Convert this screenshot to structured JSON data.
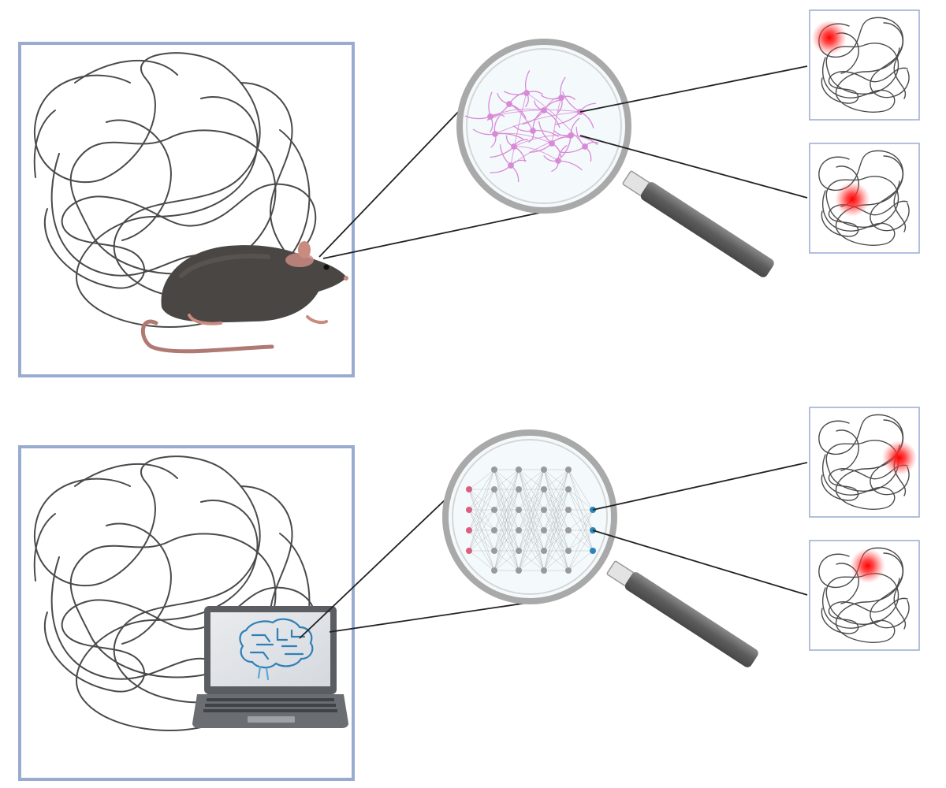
{
  "colors": {
    "frame": "#99acd0",
    "scribble": "#4a4a4a",
    "place_field": "#ff1a1a",
    "neuron": "#d88ad6",
    "input_node": "#d9607e",
    "hidden_node": "#9a9a9a",
    "output_node": "#2a86b8",
    "mouse_body": "#4a4644",
    "mouse_pink": "#c98a80",
    "laptop": "#5a5e63",
    "screen": "#dfe2e6",
    "brain_circuit": "#2f7fb6",
    "magnifier_handle": "#6a6a6a"
  },
  "icons": {
    "animal": "mouse-icon",
    "computer": "laptop-icon",
    "brain": "circuit-brain-icon",
    "magnifier": "magnifying-glass-icon"
  },
  "panels": [
    {
      "subject": "mouse-icon",
      "zoom_content": "neuron-network",
      "place_fields": [
        [
          0.18,
          0.25
        ],
        [
          0.39,
          0.51
        ]
      ]
    },
    {
      "subject": "laptop-icon",
      "zoom_content": "artificial-neural-network",
      "place_fields": [
        [
          0.82,
          0.46
        ],
        [
          0.53,
          0.23
        ]
      ]
    }
  ],
  "network": {
    "input_nodes": 4,
    "hidden_layers": 4,
    "hidden_nodes_per_layer": 6,
    "output_nodes": 3
  }
}
